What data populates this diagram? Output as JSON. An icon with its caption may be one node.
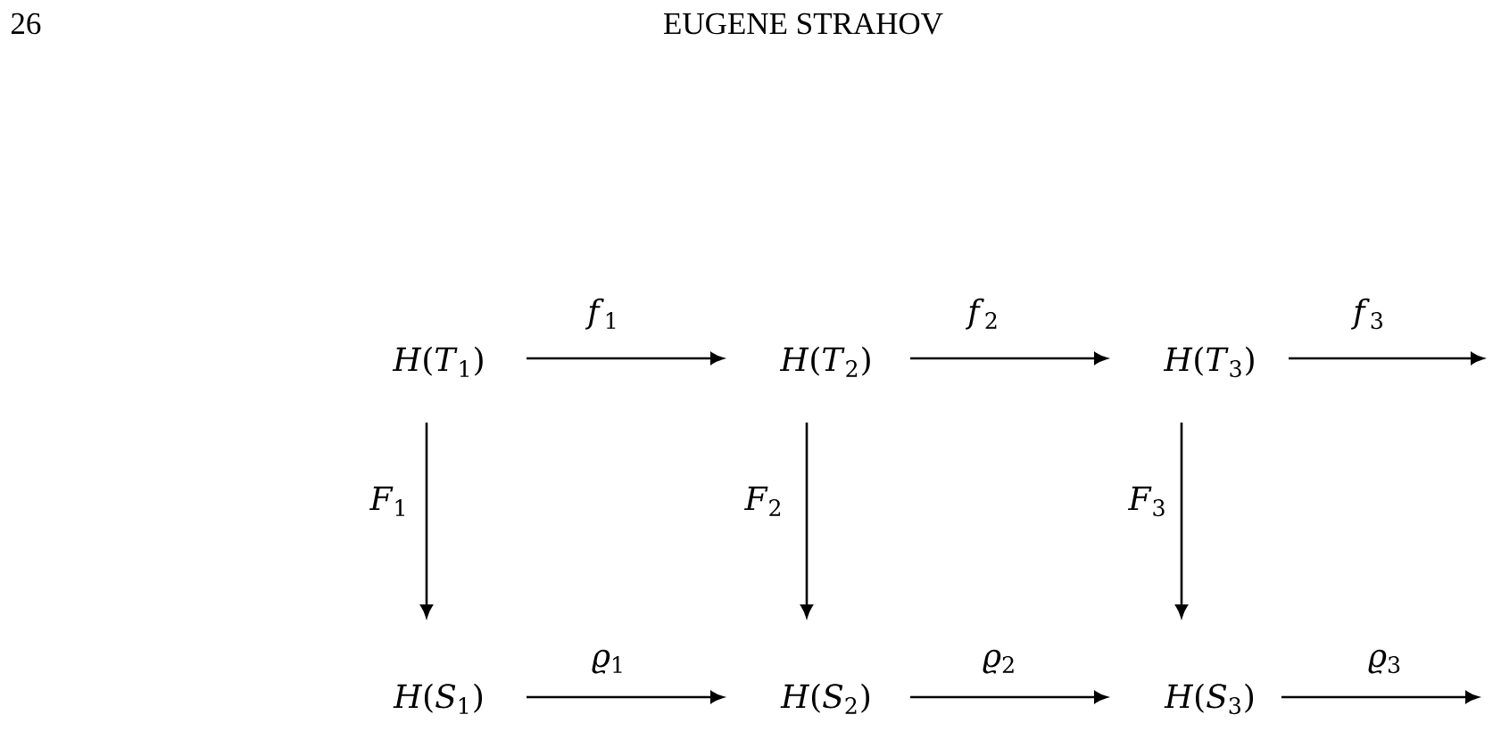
{
  "diagram": {
    "nodes": [
      {
        "text": [
          "*H*(*T*$_{1}$)"
        ]
      },
      {
        "text": [
          "*H*(*T*$_{2}$)"
        ]
      },
      {
        "text": [
          "*H*(*T*$_{3}$)"
        ]
      },
      {
        "text": [
          "*H*(*S*$_{1}$)"
        ]
      },
      {
        "text": [
          "*H*(*S*$_{2}$)"
        ]
      },
      {
        "text": [
          "*H*(*S*$_{3}$)"
        ]
      }
    ],
    "edges": [
      {
        "from": 0,
        "to": 1,
        "arrow": "to",
        "label": "*f*$_{1}$"
      },
      {
        "from": 1,
        "to": 2,
        "arrow": "to",
        "label": "*f*$_{2}$"
      },
      {
        "from": 2,
        "to": null,
        "arrow": "to",
        "label": "*f*$_{3}$"
      },
      {
        "from": 0,
        "to": 3,
        "arrow": "to",
        "label": "*F*$_{1}$"
      },
      {
        "from": 1,
        "to": 4,
        "arrow": "to",
        "label": "*F*$_{2}$"
      },
      {
        "from": 2,
        "to": 5,
        "arrow": "to",
        "label": "*F*$_{3}$"
      },
      {
        "from": 3,
        "to": 4,
        "arrow": "to",
        "label": "*ϱ*$_{1}$"
      },
      {
        "from": 4,
        "to": 5,
        "arrow": "to",
        "label": "*ϱ*$_{2}$"
      },
      {
        "from": 5,
        "to": null,
        "arrow": "to",
        "label": "*ϱ*$_{3}$"
      }
    ],
    "labels": [
      "26",
      "EUGENE STRAHOV"
    ]
  }
}
